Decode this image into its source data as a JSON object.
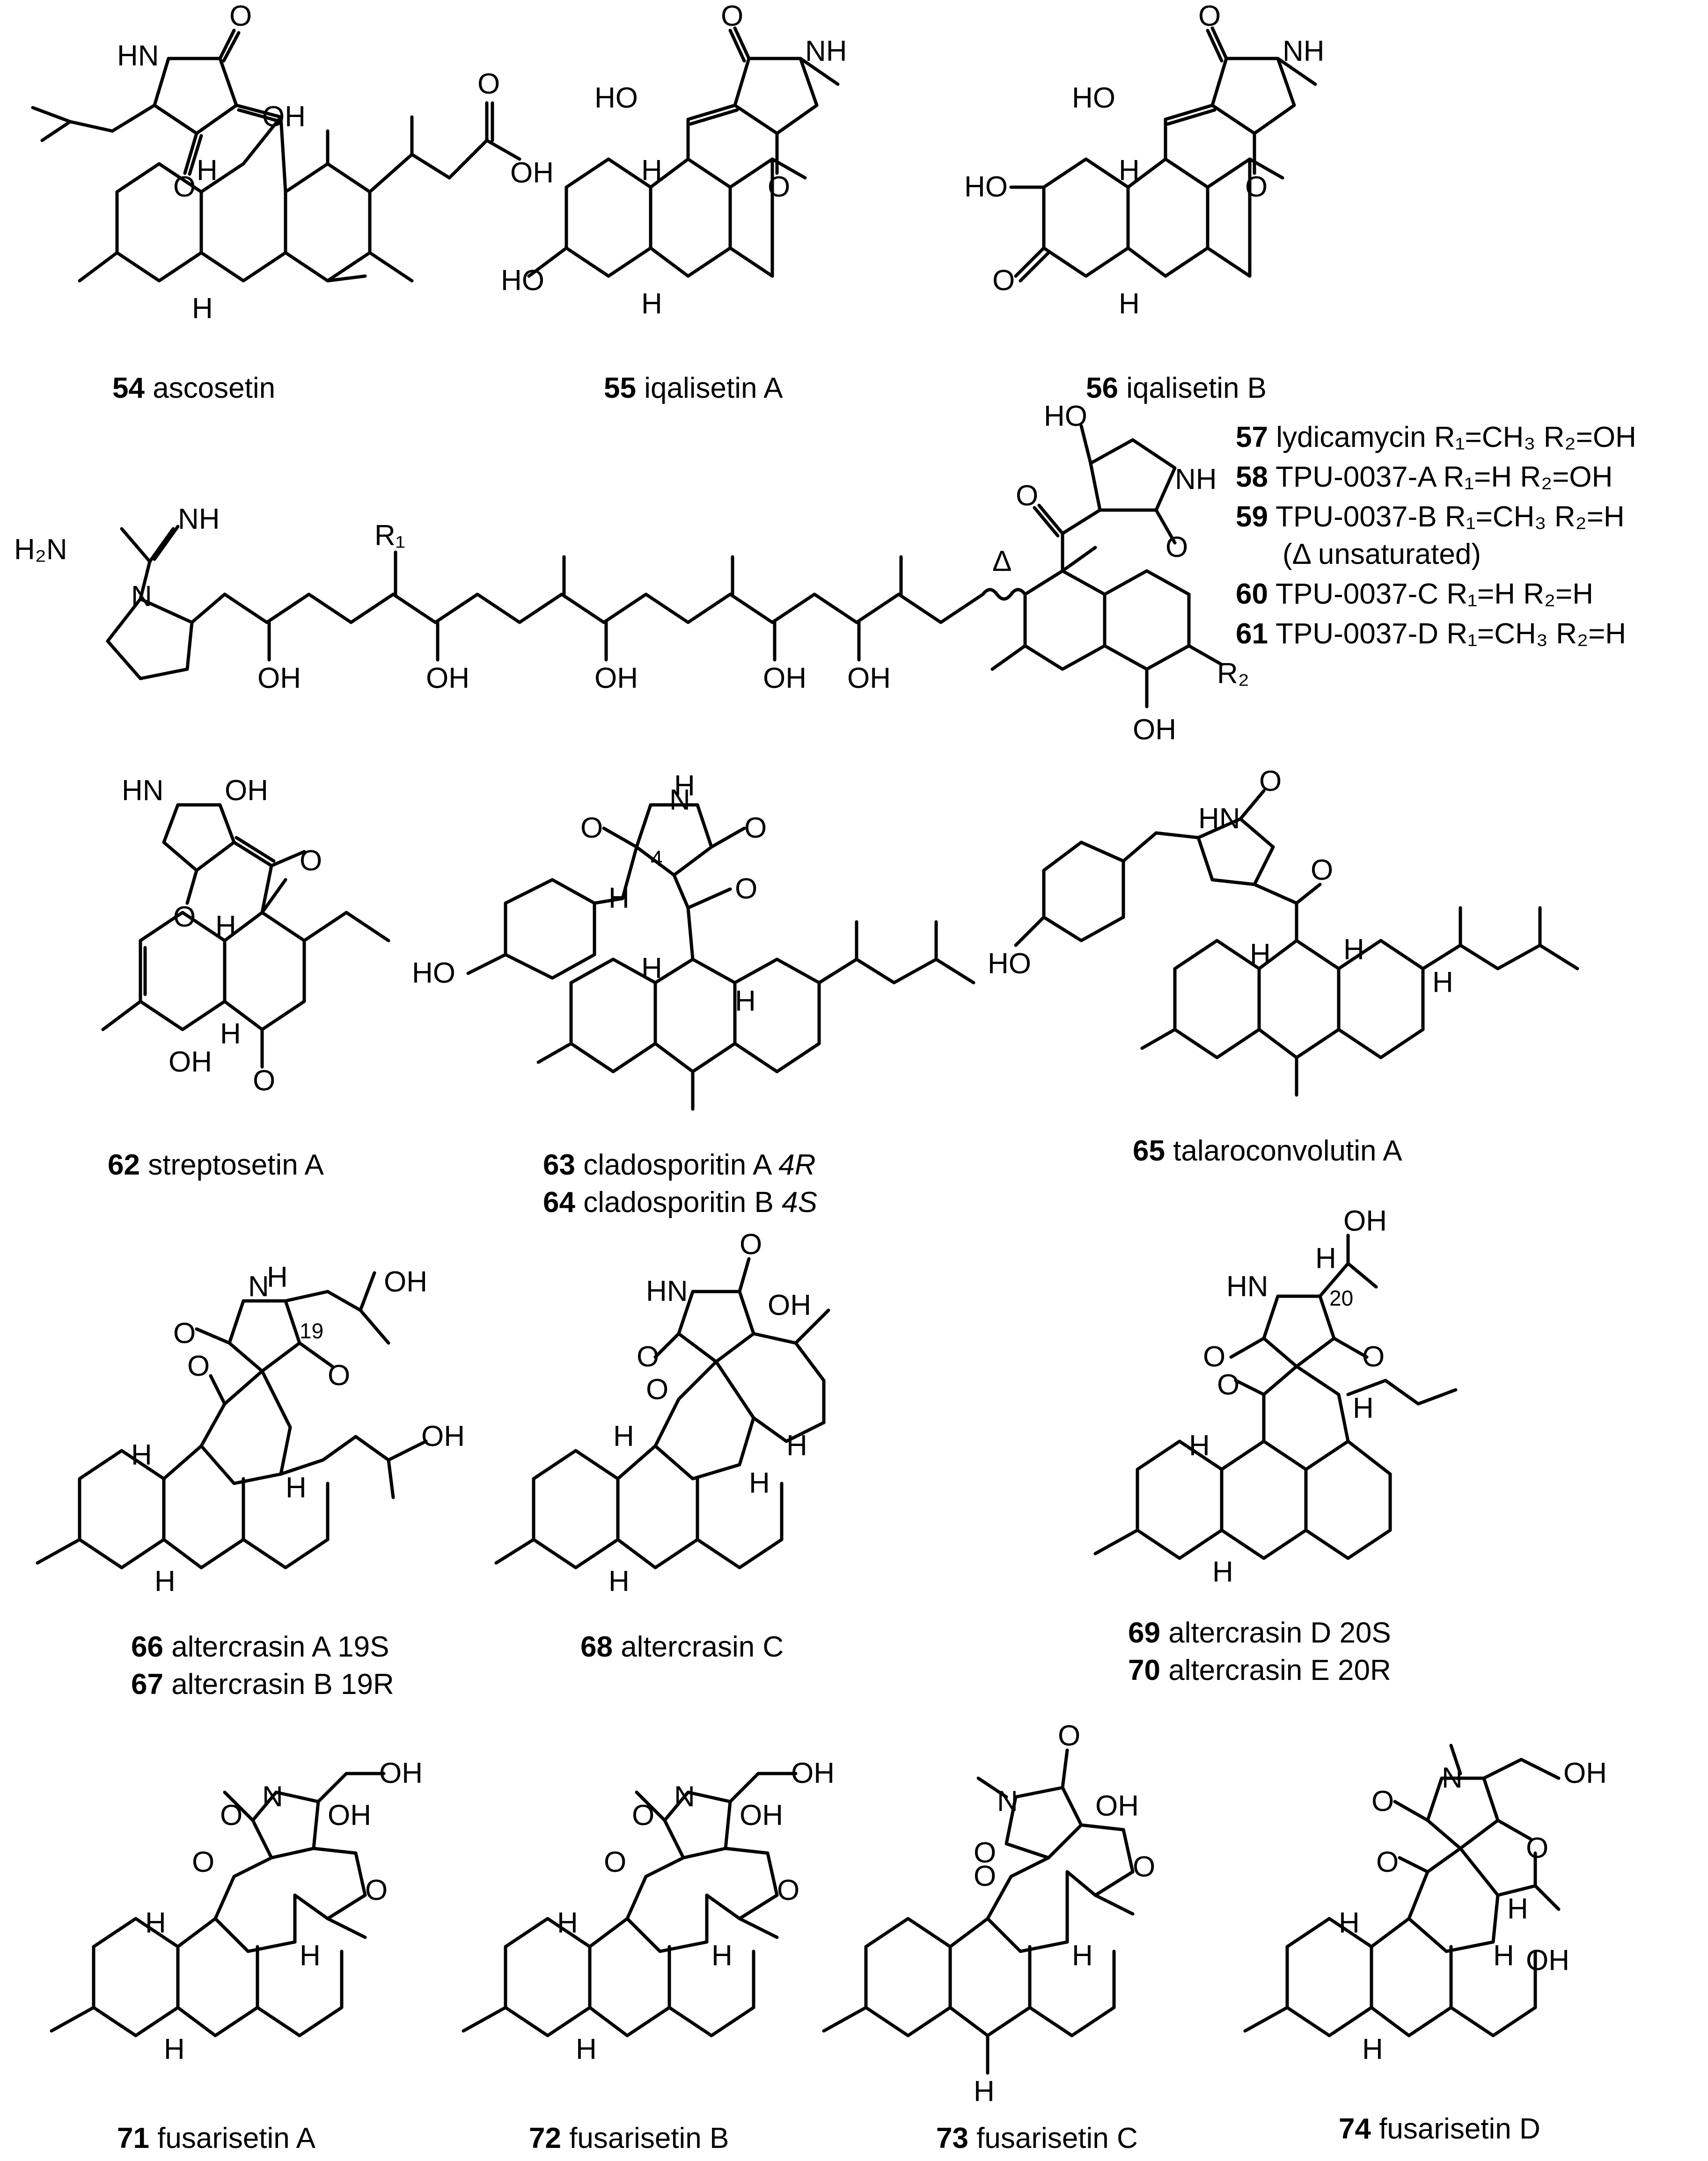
{
  "compounds": [
    {
      "num": "54",
      "name": "ascosetin"
    },
    {
      "num": "55",
      "name": "iqalisetin A"
    },
    {
      "num": "56",
      "name": "iqalisetin B"
    },
    {
      "num": "57",
      "name": "lydicamycin",
      "sub": "R₁=CH₃ R₂=OH"
    },
    {
      "num": "58",
      "name": "TPU-0037-A",
      "sub": "R₁=H    R₂=OH"
    },
    {
      "num": "59",
      "name": "TPU-0037-B",
      "sub": "R₁=CH₃ R₂=H"
    },
    {
      "num": "60",
      "name": "TPU-0037-C",
      "sub": "R₁=H    R₂=H"
    },
    {
      "num": "61",
      "name": "TPU-0037-D",
      "sub": "R₁=CH₃ R₂=H"
    },
    {
      "num": "62",
      "name": "streptosetin A"
    },
    {
      "num": "63",
      "name": "cladosporitin A",
      "config": "4R"
    },
    {
      "num": "64",
      "name": "cladosporitin B",
      "config": "4S"
    },
    {
      "num": "65",
      "name": "talaroconvolutin A"
    },
    {
      "num": "66",
      "name": "altercrasin A",
      "config": "19S"
    },
    {
      "num": "67",
      "name": "altercrasin B",
      "config": "19R"
    },
    {
      "num": "68",
      "name": "altercrasin C"
    },
    {
      "num": "69",
      "name": "altercrasin D",
      "config": "20S"
    },
    {
      "num": "70",
      "name": "altercrasin E",
      "config": "20R"
    },
    {
      "num": "71",
      "name": "fusarisetin A"
    },
    {
      "num": "72",
      "name": "fusarisetin B"
    },
    {
      "num": "73",
      "name": "fusarisetin C"
    },
    {
      "num": "74",
      "name": "fusarisetin D"
    }
  ],
  "notes": {
    "delta_note": "(Δ unsaturated)",
    "delta": "Δ",
    "pos4": "4",
    "pos19": "19",
    "pos20": "20"
  },
  "atoms": {
    "HN": "HN",
    "NH": "NH",
    "N": "N",
    "O": "O",
    "OH": "OH",
    "HO": "HO",
    "H": "H",
    "H2N": "H₂N",
    "R1": "R₁",
    "R2": "R₂"
  }
}
